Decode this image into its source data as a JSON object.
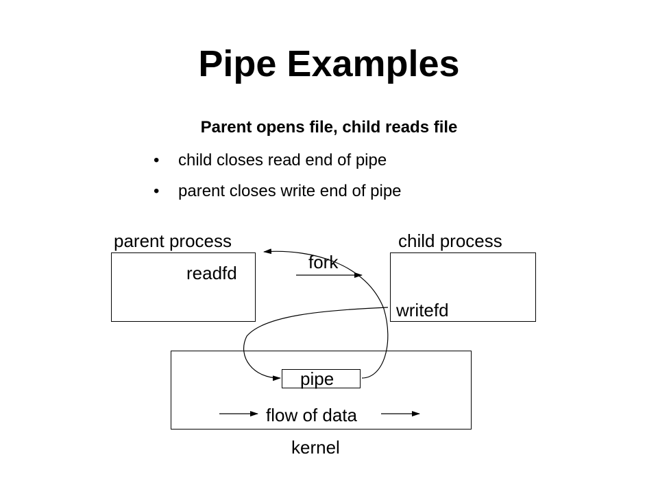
{
  "slide": {
    "title": "Pipe Examples",
    "subtitle": "Parent opens file, child reads file",
    "bullets": [
      "child closes read end of pipe",
      "parent closes write end of pipe"
    ]
  },
  "diagram": {
    "parent_label": "parent process",
    "child_label": "child process",
    "readfd_label": "readfd",
    "writefd_label": "writefd",
    "fork_label": "fork",
    "pipe_label": "pipe",
    "flow_label": "flow of data",
    "kernel_label": "kernel"
  }
}
